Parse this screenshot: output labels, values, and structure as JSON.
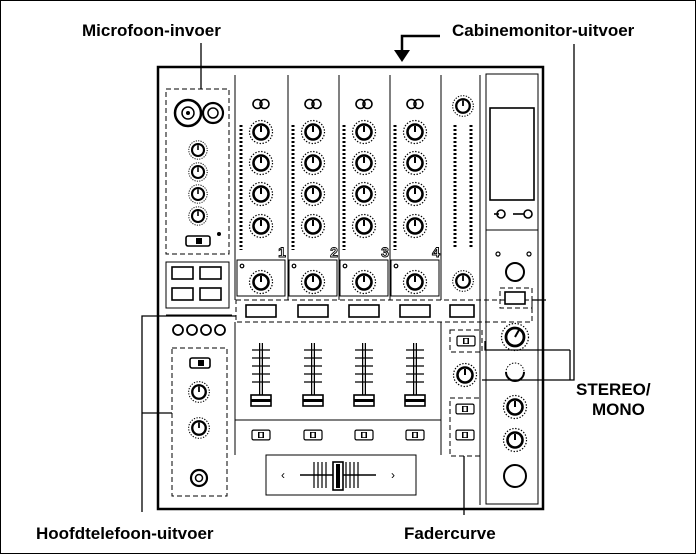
{
  "labels": {
    "microphone_input": "Microfoon-invoer",
    "booth_monitor_output": "Cabinemonitor-uitvoer",
    "stereo": "STEREO/",
    "mono": "MONO",
    "headphone_output": "Hoofdtelefoon-uitvoer",
    "fader_curve": "Fadercurve"
  },
  "channel_numbers": [
    "1",
    "2",
    "3",
    "4"
  ]
}
